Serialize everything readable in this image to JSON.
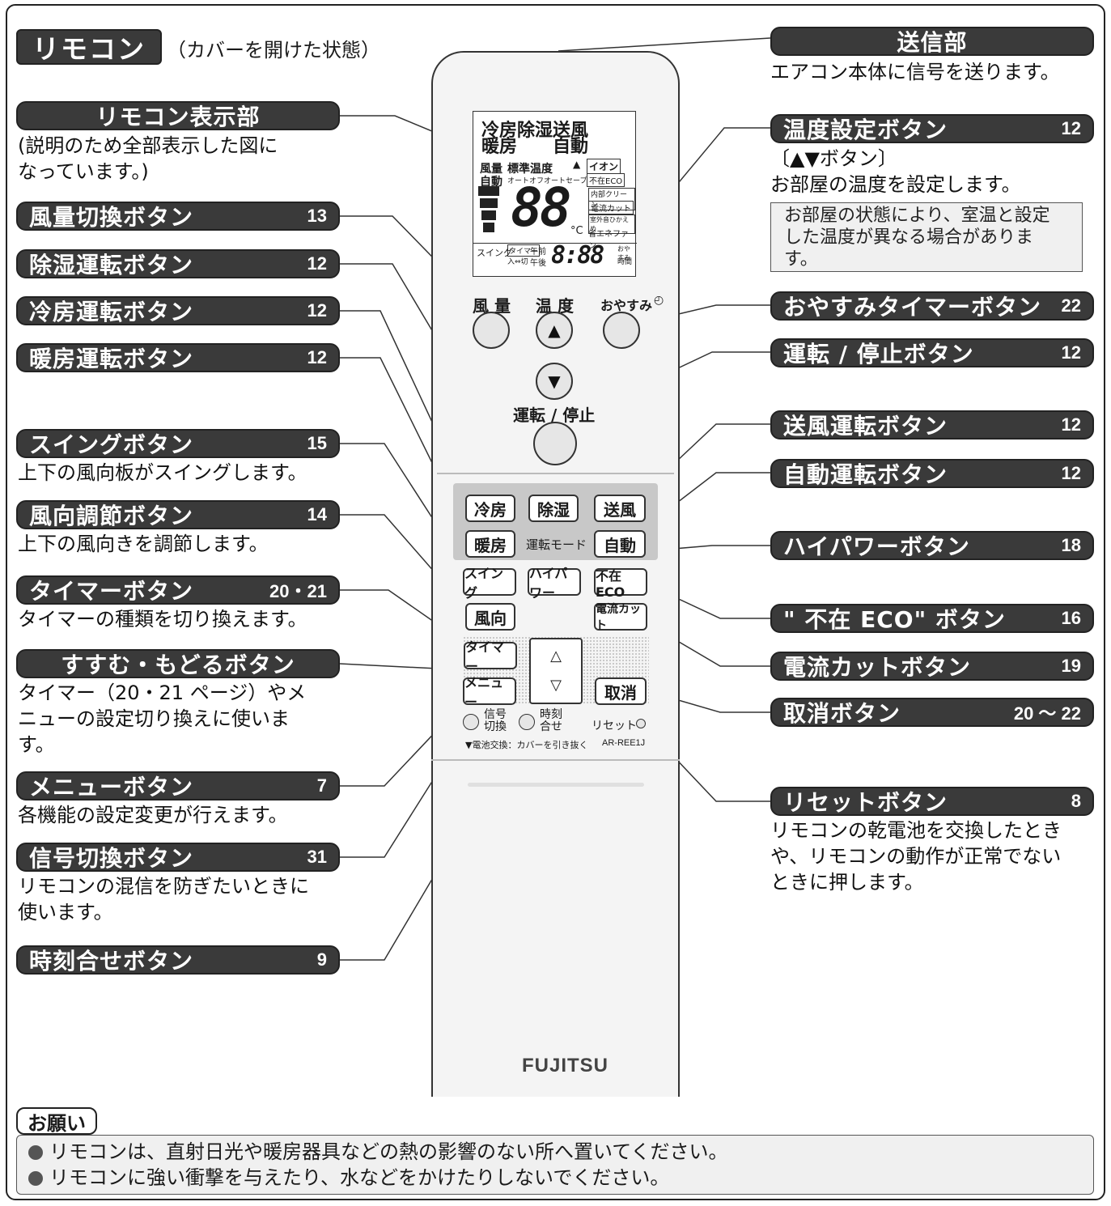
{
  "title": "リモコン",
  "title_sub": "（カバーを開けた状態）",
  "left_labels": [
    {
      "name": "リモコン表示部",
      "page": "",
      "desc": [
        "(説明のため全部表示した図に",
        "なっています。)"
      ]
    },
    {
      "name": "風量切換ボタン",
      "page": "13",
      "desc": []
    },
    {
      "name": "除湿運転ボタン",
      "page": "12",
      "desc": []
    },
    {
      "name": "冷房運転ボタン",
      "page": "12",
      "desc": []
    },
    {
      "name": "暖房運転ボタン",
      "page": "12",
      "desc": []
    },
    {
      "name": "スイングボタン",
      "page": "15",
      "desc": [
        "上下の風向板がスイングします。"
      ]
    },
    {
      "name": "風向調節ボタン",
      "page": "14",
      "desc": [
        "上下の風向きを調節します。"
      ]
    },
    {
      "name": "タイマーボタン",
      "page": "20・21",
      "desc": [
        "タイマーの種類を切り換えます。"
      ]
    },
    {
      "name": "すすむ・もどるボタン",
      "page": "",
      "desc": [
        "タイマー（20・21 ページ）やメ",
        "ニューの設定切り換えに使いま",
        "す。"
      ]
    },
    {
      "name": "メニューボタン",
      "page": "7",
      "desc": [
        "各機能の設定変更が行えます。"
      ]
    },
    {
      "name": "信号切換ボタン",
      "page": "31",
      "desc": [
        "リモコンの混信を防ぎたいときに",
        "使います。"
      ]
    },
    {
      "name": "時刻合せボタン",
      "page": "9",
      "desc": []
    }
  ],
  "right_labels": [
    {
      "name": "送信部",
      "page": "",
      "desc": [
        "エアコン本体に信号を送ります。"
      ]
    },
    {
      "name": "温度設定ボタン",
      "page": "12",
      "desc": [
        "〔▲▼ボタン〕",
        "お部屋の温度を設定します。"
      ]
    },
    {
      "name": "おやすみタイマーボタン",
      "page": "22",
      "desc": []
    },
    {
      "name": "運転 / 停止ボタン",
      "page": "12",
      "desc": []
    },
    {
      "name": "送風運転ボタン",
      "page": "12",
      "desc": []
    },
    {
      "name": "自動運転ボタン",
      "page": "12",
      "desc": []
    },
    {
      "name": "ハイパワーボタン",
      "page": "18",
      "desc": []
    },
    {
      "name": "\" 不在 ECO\" ボタン",
      "page": "16",
      "desc": []
    },
    {
      "name": "電流カットボタン",
      "page": "19",
      "desc": []
    },
    {
      "name": "取消ボタン",
      "page": "20 ～ 22",
      "desc": []
    },
    {
      "name": "リセットボタン",
      "page": "8",
      "desc": [
        "リモコンの乾電池を交換したとき",
        "や、リモコンの動作が正常でない",
        "ときに押します。"
      ]
    }
  ],
  "note": [
    "お部屋の状態により、室温と設定",
    "した温度が異なる場合がありま",
    "す。"
  ],
  "remote": {
    "lcd_mode_row1": "冷房除湿送風",
    "lcd_mode_row2": "暖房　　自動",
    "lcd_fan": "風量",
    "lcd_auto": "自動",
    "lcd_std_temp": "標準温度",
    "lcd_auto_off": "オートオフオートセーブ",
    "lcd_ion": "イオン",
    "lcd_eco": "不在ECO",
    "lcd_clean": "内部クリーン",
    "lcd_current": "電流カット",
    "lcd_outdoor": "室外音ひかえめ",
    "lcd_fan_eco": "省エネファン",
    "lcd_digits": "88",
    "lcd_unit": "°C",
    "lcd_swing": "スイング",
    "lcd_timer": "タイマー",
    "lcd_onoff": "入⇔切",
    "lcd_am": "午前",
    "lcd_pm": "午後",
    "lcd_clock": "8:88",
    "lcd_sleep": "おやすみ",
    "lcd_hours": "時間",
    "btn_fan": "風 量",
    "btn_temp": "温 度",
    "btn_sleep": "おやすみ",
    "btn_run_stop": "運転 / 停止",
    "up_arrow": "▲",
    "down_arrow": "▼",
    "btn_cool": "冷房",
    "btn_dry": "除湿",
    "btn_blow": "送風",
    "btn_heat": "暖房",
    "mode_label": "運転モード",
    "btn_auto": "自動",
    "btn_swing": "スイング",
    "btn_hipower": "ハイパワー",
    "btn_eco": "不在ECO",
    "btn_direction": "風向",
    "btn_current_cut": "電流カット",
    "btn_timer": "タイマー",
    "btn_up": "△",
    "btn_down": "▽",
    "btn_menu": "メニュー",
    "btn_cancel": "取消",
    "btn_signal": "信号\n切換",
    "btn_clock": "時刻\n合せ",
    "btn_reset": "リセット",
    "battery_note": "▼電池交換：カバーを引き抜く",
    "model": "AR-REE1J",
    "brand": "FUJITSU"
  },
  "bottom": {
    "label": "お願い",
    "items": [
      "リモコンは、直射日光や暖房器具などの熱の影響のない所へ置いてください。",
      "リモコンに強い衝撃を与えたり、水などをかけたりしないでください。"
    ]
  }
}
